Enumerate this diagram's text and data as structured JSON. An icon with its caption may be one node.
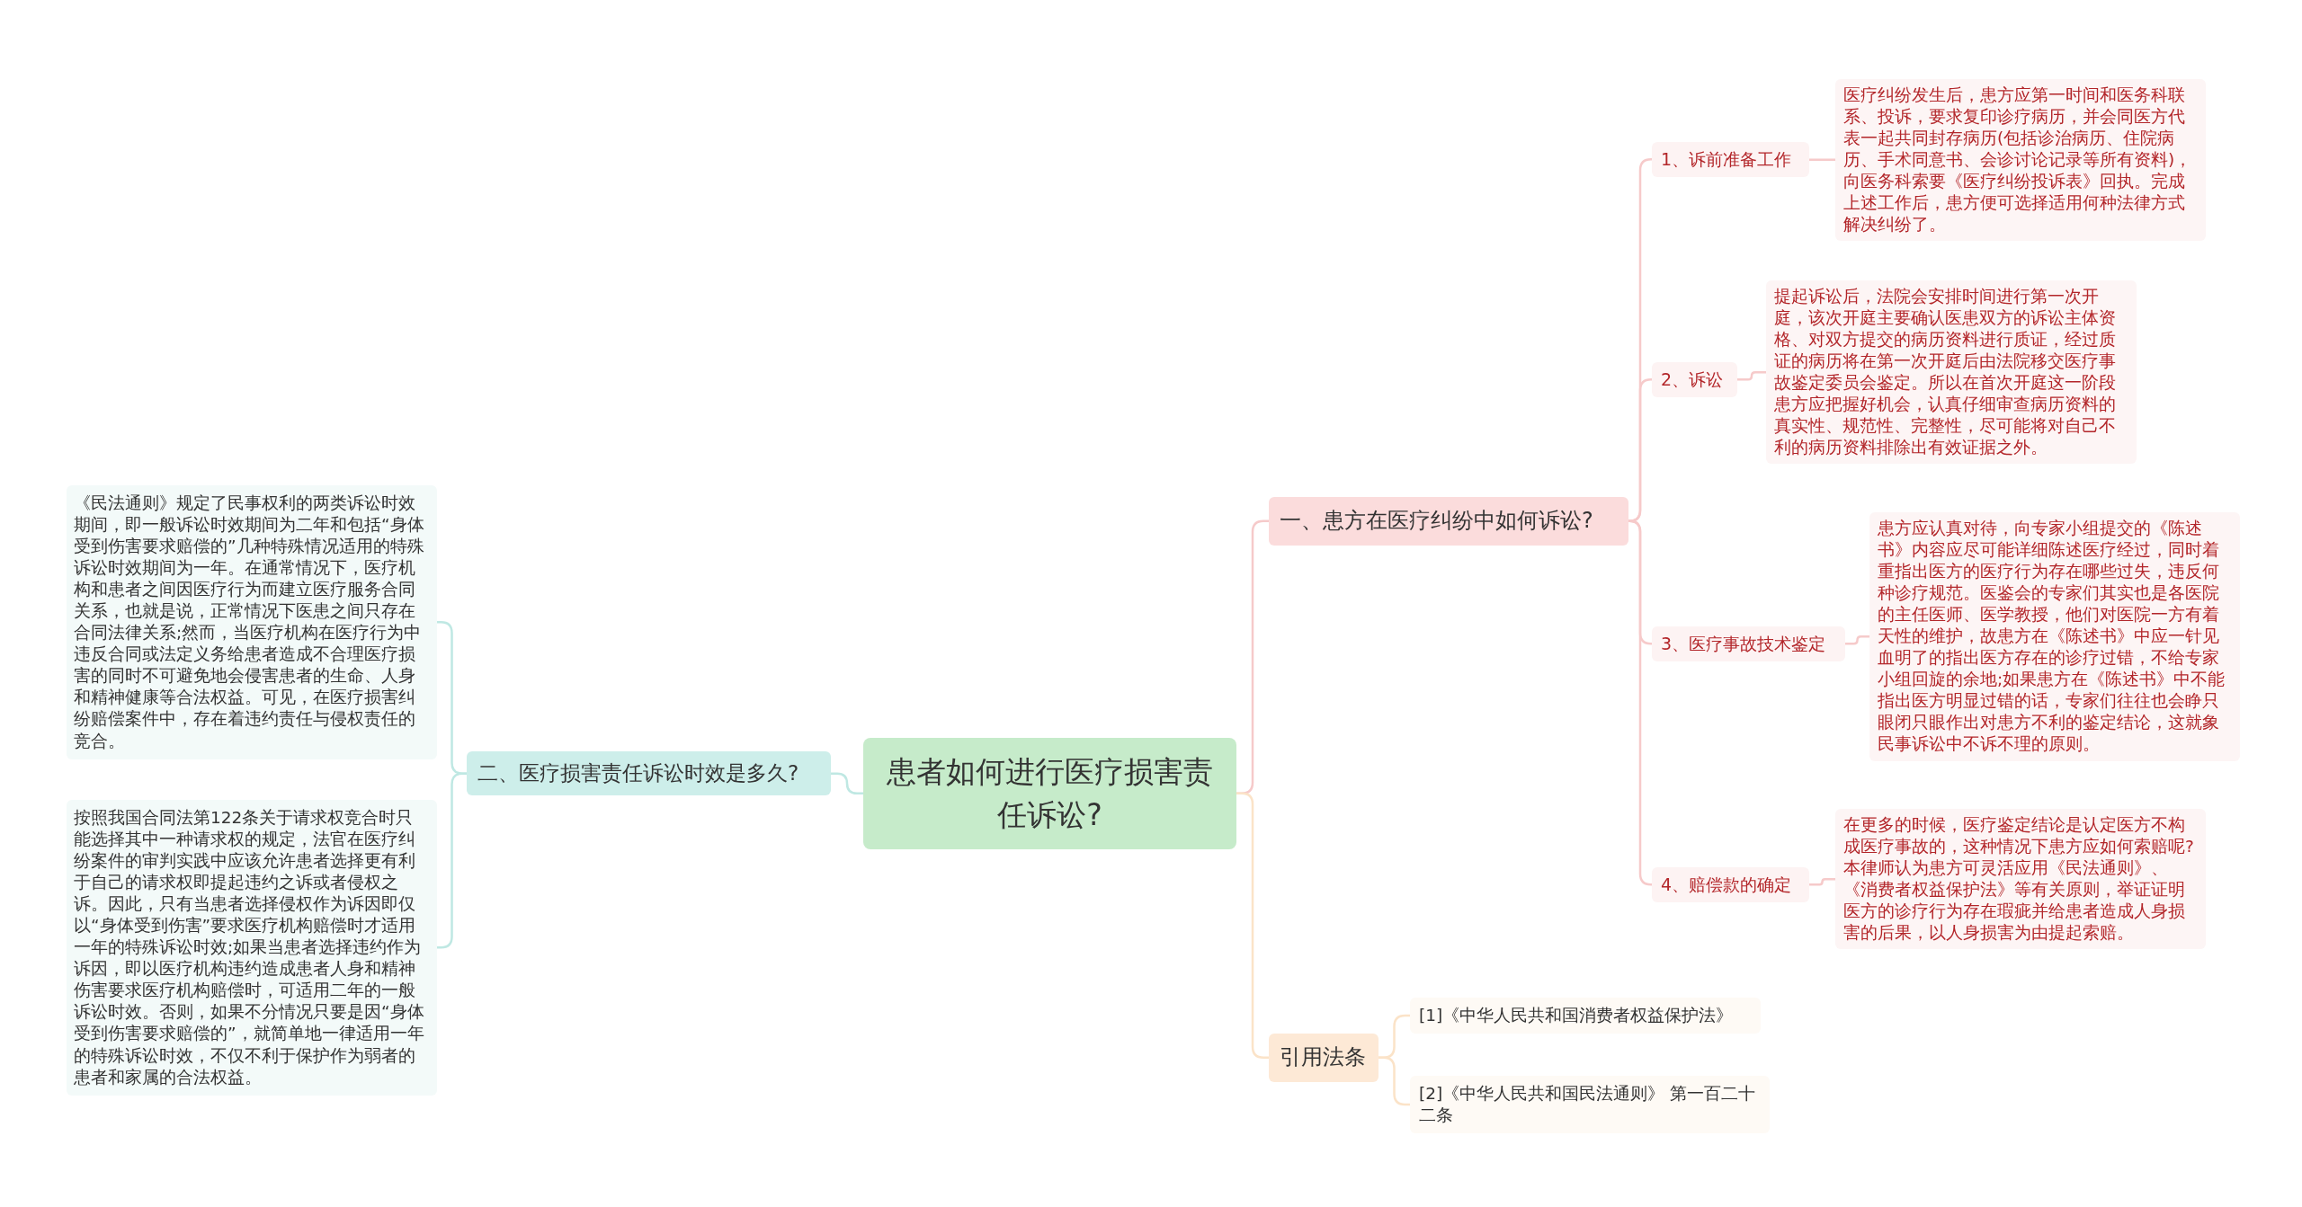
{
  "diagram": {
    "nodes": [
      {
        "text": [
          "患者如何进行医疗损害责任诉讼?"
        ]
      },
      {
        "text": [
          "一、患方在医疗纠纷中如何诉讼?"
        ]
      },
      {
        "text": [
          "1、诉前准备工作"
        ]
      },
      {
        "text": [
          "医疗纠纷发生后，患方应第一时间和医务科联系、投诉，要求复印诊疗病历，并会同医方代表一起共同封存病历(包括诊治病历、住院病历、手术同意书、会诊讨论记录等所有资料)，向医务科索要《医疗纠纷投诉表》回执。完成上述工作后，患方便可选择适用何种法律方式解决纠纷了。"
        ]
      },
      {
        "text": [
          "2、诉讼"
        ]
      },
      {
        "text": [
          "提起诉讼后，法院会安排时间进行第一次开庭，该次开庭主要确认医患双方的诉讼主体资格、对双方提交的病历资料进行质证，经过质证的病历将在第一次开庭后由法院移交医疗事故鉴定委员会鉴定。所以在首次开庭这一阶段患方应把握好机会，认真仔细审查病历资料的真实性、规范性、完整性，尽可能将对自己不利的病历资料排除出有效证据之外。"
        ]
      },
      {
        "text": [
          "3、医疗事故技术鉴定"
        ]
      },
      {
        "text": [
          "患方应认真对待，向专家小组提交的《陈述书》内容应尽可能详细陈述医疗经过，同时着重指出医方的医疗行为存在哪些过失，违反何种诊疗规范。医鉴会的专家们其实也是各医院的主任医师、医学教授，他们对医院一方有着天性的维护，故患方在《陈述书》中应一针见血明了的指出医方存在的诊疗过错，不给专家小组回旋的余地;如果患方在《陈述书》中不能指出医方明显过错的话，专家们往往也会睁只眼闭只眼作出对患方不利的鉴定结论，这就象民事诉讼中不诉不理的原则。"
        ]
      },
      {
        "text": [
          "4、赔偿款的确定"
        ]
      },
      {
        "text": [
          "在更多的时候，医疗鉴定结论是认定医方不构成医疗事故的，这种情况下患方应如何索赔呢?本律师认为患方可灵活应用《民法通则》、《消费者权益保护法》等有关原则，举证证明医方的诊疗行为存在瑕疵并给患者造成人身损害的后果，以人身损害为由提起索赔。"
        ]
      },
      {
        "text": [
          "引用法条"
        ]
      },
      {
        "text": [
          "[1]《中华人民共和国消费者权益保护法》"
        ]
      },
      {
        "text": [
          "[2]《中华人民共和国民法通则》 第一百二十二条"
        ]
      },
      {
        "text": [
          "二、医疗损害责任诉讼时效是多久?"
        ]
      },
      {
        "text": [
          "《民法通则》规定了民事权利的两类诉讼时效期间，即一般诉讼时效期间为二年和包括“身体受到伤害要求赔偿的”几种特殊情况适用的特殊诉讼时效期间为一年。在通常情况下，医疗机构和患者之间因医疗行为而建立医疗服务合同关系，也就是说，正常情况下医患之间只存在合同法律关系;然而，当医疗机构在医疗行为中违反合同或法定义务给患者造成不合理医疗损害的同时不可避免地会侵害患者的生命、人身和精神健康等合法权益。可见，在医疗损害纠纷赔偿案件中，存在着违约责任与侵权责任的竞合。"
        ]
      },
      {
        "text": [
          "按照我国合同法第122条关于请求权竞合时只能选择其中一种请求权的规定，法官在医疗纠纷案件的审判实践中应该允许患者选择更有利于自己的请求权即提起违约之诉或者侵权之诉。因此，只有当患者选择侵权作为诉因即仅以“身体受到伤害”要求医疗机构赔偿时才适用一年的特殊诉讼时效;如果当患者选择违约作为诉因，即以医疗机构违约造成患者人身和精神伤害要求医疗机构赔偿时，可适用二年的一般诉讼时效。否则，如果不分情况只要是因“身体受到伤害要求赔偿的”，就简单地一律适用一年的特殊诉讼时效，不仅不利于保护作为弱者的患者和家属的合法权益。"
        ]
      }
    ],
    "edges": [
      {
        "from": 0,
        "to": 1,
        "arrow": "none"
      },
      {
        "from": 1,
        "to": 2,
        "arrow": "none"
      },
      {
        "from": 2,
        "to": 3,
        "arrow": "none"
      },
      {
        "from": 1,
        "to": 4,
        "arrow": "none"
      },
      {
        "from": 4,
        "to": 5,
        "arrow": "none"
      },
      {
        "from": 1,
        "to": 6,
        "arrow": "none"
      },
      {
        "from": 6,
        "to": 7,
        "arrow": "none"
      },
      {
        "from": 1,
        "to": 8,
        "arrow": "none"
      },
      {
        "from": 8,
        "to": 9,
        "arrow": "none"
      },
      {
        "from": 0,
        "to": 10,
        "arrow": "none",
        "color": "#fbe3c8"
      },
      {
        "from": 10,
        "to": 11,
        "arrow": "none",
        "color": "#fbe3c8"
      },
      {
        "from": 10,
        "to": 12,
        "arrow": "none",
        "color": "#fbe3c8"
      },
      {
        "from": 0,
        "to": 13,
        "arrow": "none",
        "color": "#bfe8e3"
      },
      {
        "from": 13,
        "to": 14,
        "arrow": "none",
        "color": "#bfe8e3"
      },
      {
        "from": 13,
        "to": 15,
        "arrow": "none",
        "color": "#bfe8e3"
      }
    ]
  }
}
